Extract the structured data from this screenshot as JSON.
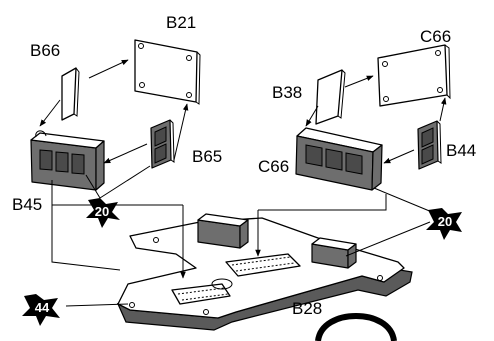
{
  "labels": {
    "b21": "B21",
    "b66": "B66",
    "b65": "B65",
    "b45": "B45",
    "b38": "B38",
    "c66_top": "C66",
    "b44": "B44",
    "c66_mid": "C66",
    "b28": "B28"
  },
  "steps": {
    "left": "20",
    "right": "20",
    "bottom": "44"
  }
}
